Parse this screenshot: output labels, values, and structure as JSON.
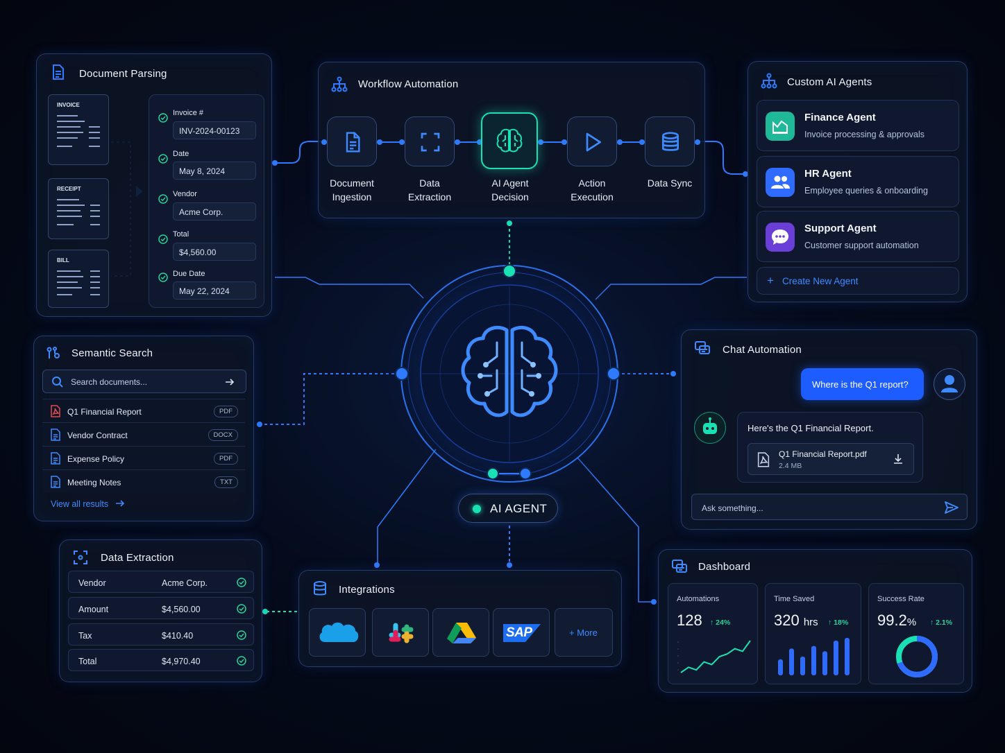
{
  "colors": {
    "accent": "#2f7bff",
    "teal": "#19e0b5",
    "success": "#25d39a",
    "background": "#050b1c"
  },
  "center": {
    "label": "AI AGENT",
    "icon": "brain-icon"
  },
  "document_parsing": {
    "title": "Document Parsing",
    "docs": [
      "INVOICE",
      "RECEIPT",
      "BILL"
    ],
    "fields": [
      {
        "label": "Invoice #",
        "value": "INV-2024-00123"
      },
      {
        "label": "Date",
        "value": "May 8, 2024"
      },
      {
        "label": "Vendor",
        "value": "Acme Corp."
      },
      {
        "label": "Total",
        "value": "$4,560.00"
      },
      {
        "label": "Due Date",
        "value": "May 22, 2024"
      }
    ]
  },
  "workflow": {
    "title": "Workflow Automation",
    "steps": [
      {
        "line1": "Document",
        "line2": "Ingestion",
        "icon": "document-icon"
      },
      {
        "line1": "Data",
        "line2": "Extraction",
        "icon": "scan-icon"
      },
      {
        "line1": "AI Agent",
        "line2": "Decision",
        "icon": "brain-icon"
      },
      {
        "line1": "Action",
        "line2": "Execution",
        "icon": "play-icon"
      },
      {
        "line1": "Data Sync",
        "line2": "",
        "icon": "database-icon"
      }
    ]
  },
  "custom_agents": {
    "title": "Custom AI Agents",
    "agents": [
      {
        "name": "Finance Agent",
        "desc": "Invoice processing & approvals",
        "color": "#1fb99a",
        "icon": "chart-icon"
      },
      {
        "name": "HR Agent",
        "desc": "Employee queries & onboarding",
        "color": "#2f6bff",
        "icon": "users-icon"
      },
      {
        "name": "Support Agent",
        "desc": "Customer support automation",
        "color": "#6a3fd8",
        "icon": "chat-icon"
      }
    ],
    "create_label": "Create New Agent"
  },
  "semantic_search": {
    "title": "Semantic Search",
    "placeholder": "Search documents...",
    "results": [
      {
        "name": "Q1 Financial Report",
        "type": "PDF"
      },
      {
        "name": "Vendor Contract",
        "type": "DOCX"
      },
      {
        "name": "Expense Policy",
        "type": "PDF"
      },
      {
        "name": "Meeting Notes",
        "type": "TXT"
      }
    ],
    "view_all": "View all results"
  },
  "chat": {
    "title": "Chat Automation",
    "user_message": "Where is the Q1 report?",
    "bot_message": "Here's the Q1 Financial Report.",
    "file_name": "Q1 Financial Report.pdf",
    "file_size": "2.4 MB",
    "input_placeholder": "Ask something..."
  },
  "data_extraction": {
    "title": "Data Extraction",
    "rows": [
      {
        "key": "Vendor",
        "value": "Acme Corp."
      },
      {
        "key": "Amount",
        "value": "$4,560.00"
      },
      {
        "key": "Tax",
        "value": "$410.40"
      },
      {
        "key": "Total",
        "value": "$4,970.40"
      }
    ]
  },
  "integrations": {
    "title": "Integrations",
    "items": [
      "salesforce-logo",
      "slack-logo",
      "google-drive-logo",
      "sap-logo"
    ],
    "sap_text": "SAP",
    "more_label": "+ More"
  },
  "dashboard": {
    "title": "Dashboard",
    "automations": {
      "label": "Automations",
      "value": "128",
      "delta": "↑ 24%",
      "trend": [
        2,
        3,
        2.5,
        4,
        3.5,
        5,
        5.5,
        6.5,
        6,
        8
      ]
    },
    "time_saved": {
      "label": "Time Saved",
      "value": "320",
      "unit": "hrs",
      "delta": "↑ 18%",
      "bars": [
        3,
        5,
        3.5,
        5.5,
        4.5,
        6.5,
        7
      ]
    },
    "success_rate": {
      "label": "Success Rate",
      "value": "99.2",
      "unit": "%",
      "delta": "↑ 2.1%",
      "percent": 99.2
    }
  }
}
